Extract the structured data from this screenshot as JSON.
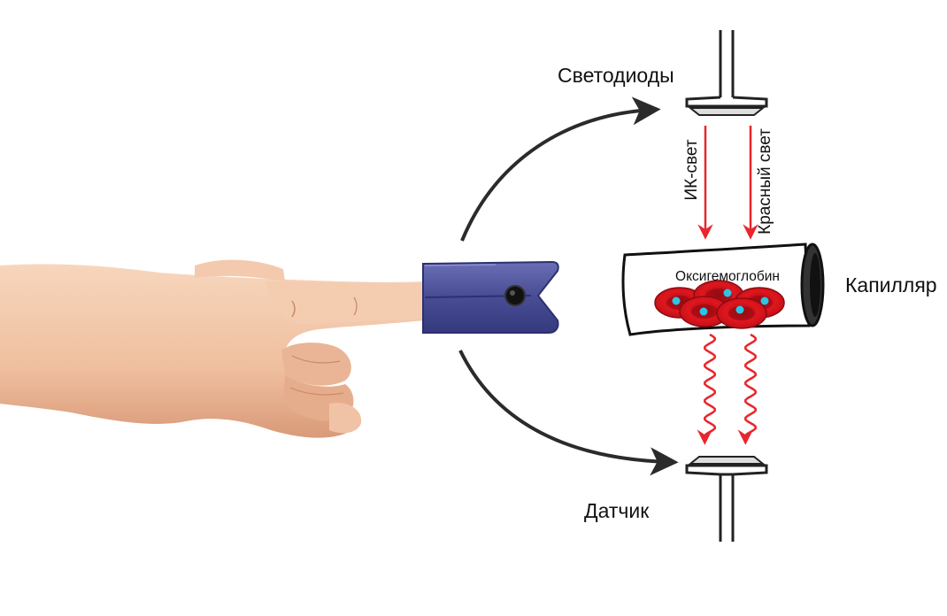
{
  "labels": {
    "leds": "Светодиоды",
    "ir_light": "ИК-свет",
    "red_light": "Красный свет",
    "oxyhemoglobin": "Оксигемоглобин",
    "capillary": "Капилляр",
    "sensor": "Датчик"
  },
  "colors": {
    "device_body": "#4a4f96",
    "device_dark": "#2c3070",
    "light_ray": "#e8262c",
    "blood_cell": "#d4141c",
    "blood_cell_dark": "#8e0a10",
    "oxygen_dot": "#2ec4e6",
    "skin": "#f2c7a8",
    "skin_shadow": "#d99a78",
    "arrow": "#2b2b2b"
  },
  "icons": [
    "hand-illustration",
    "pulse-oximeter-icon",
    "led-emitter-icon",
    "sensor-detector-icon",
    "capillary-tube-icon",
    "red-blood-cell-icon"
  ]
}
